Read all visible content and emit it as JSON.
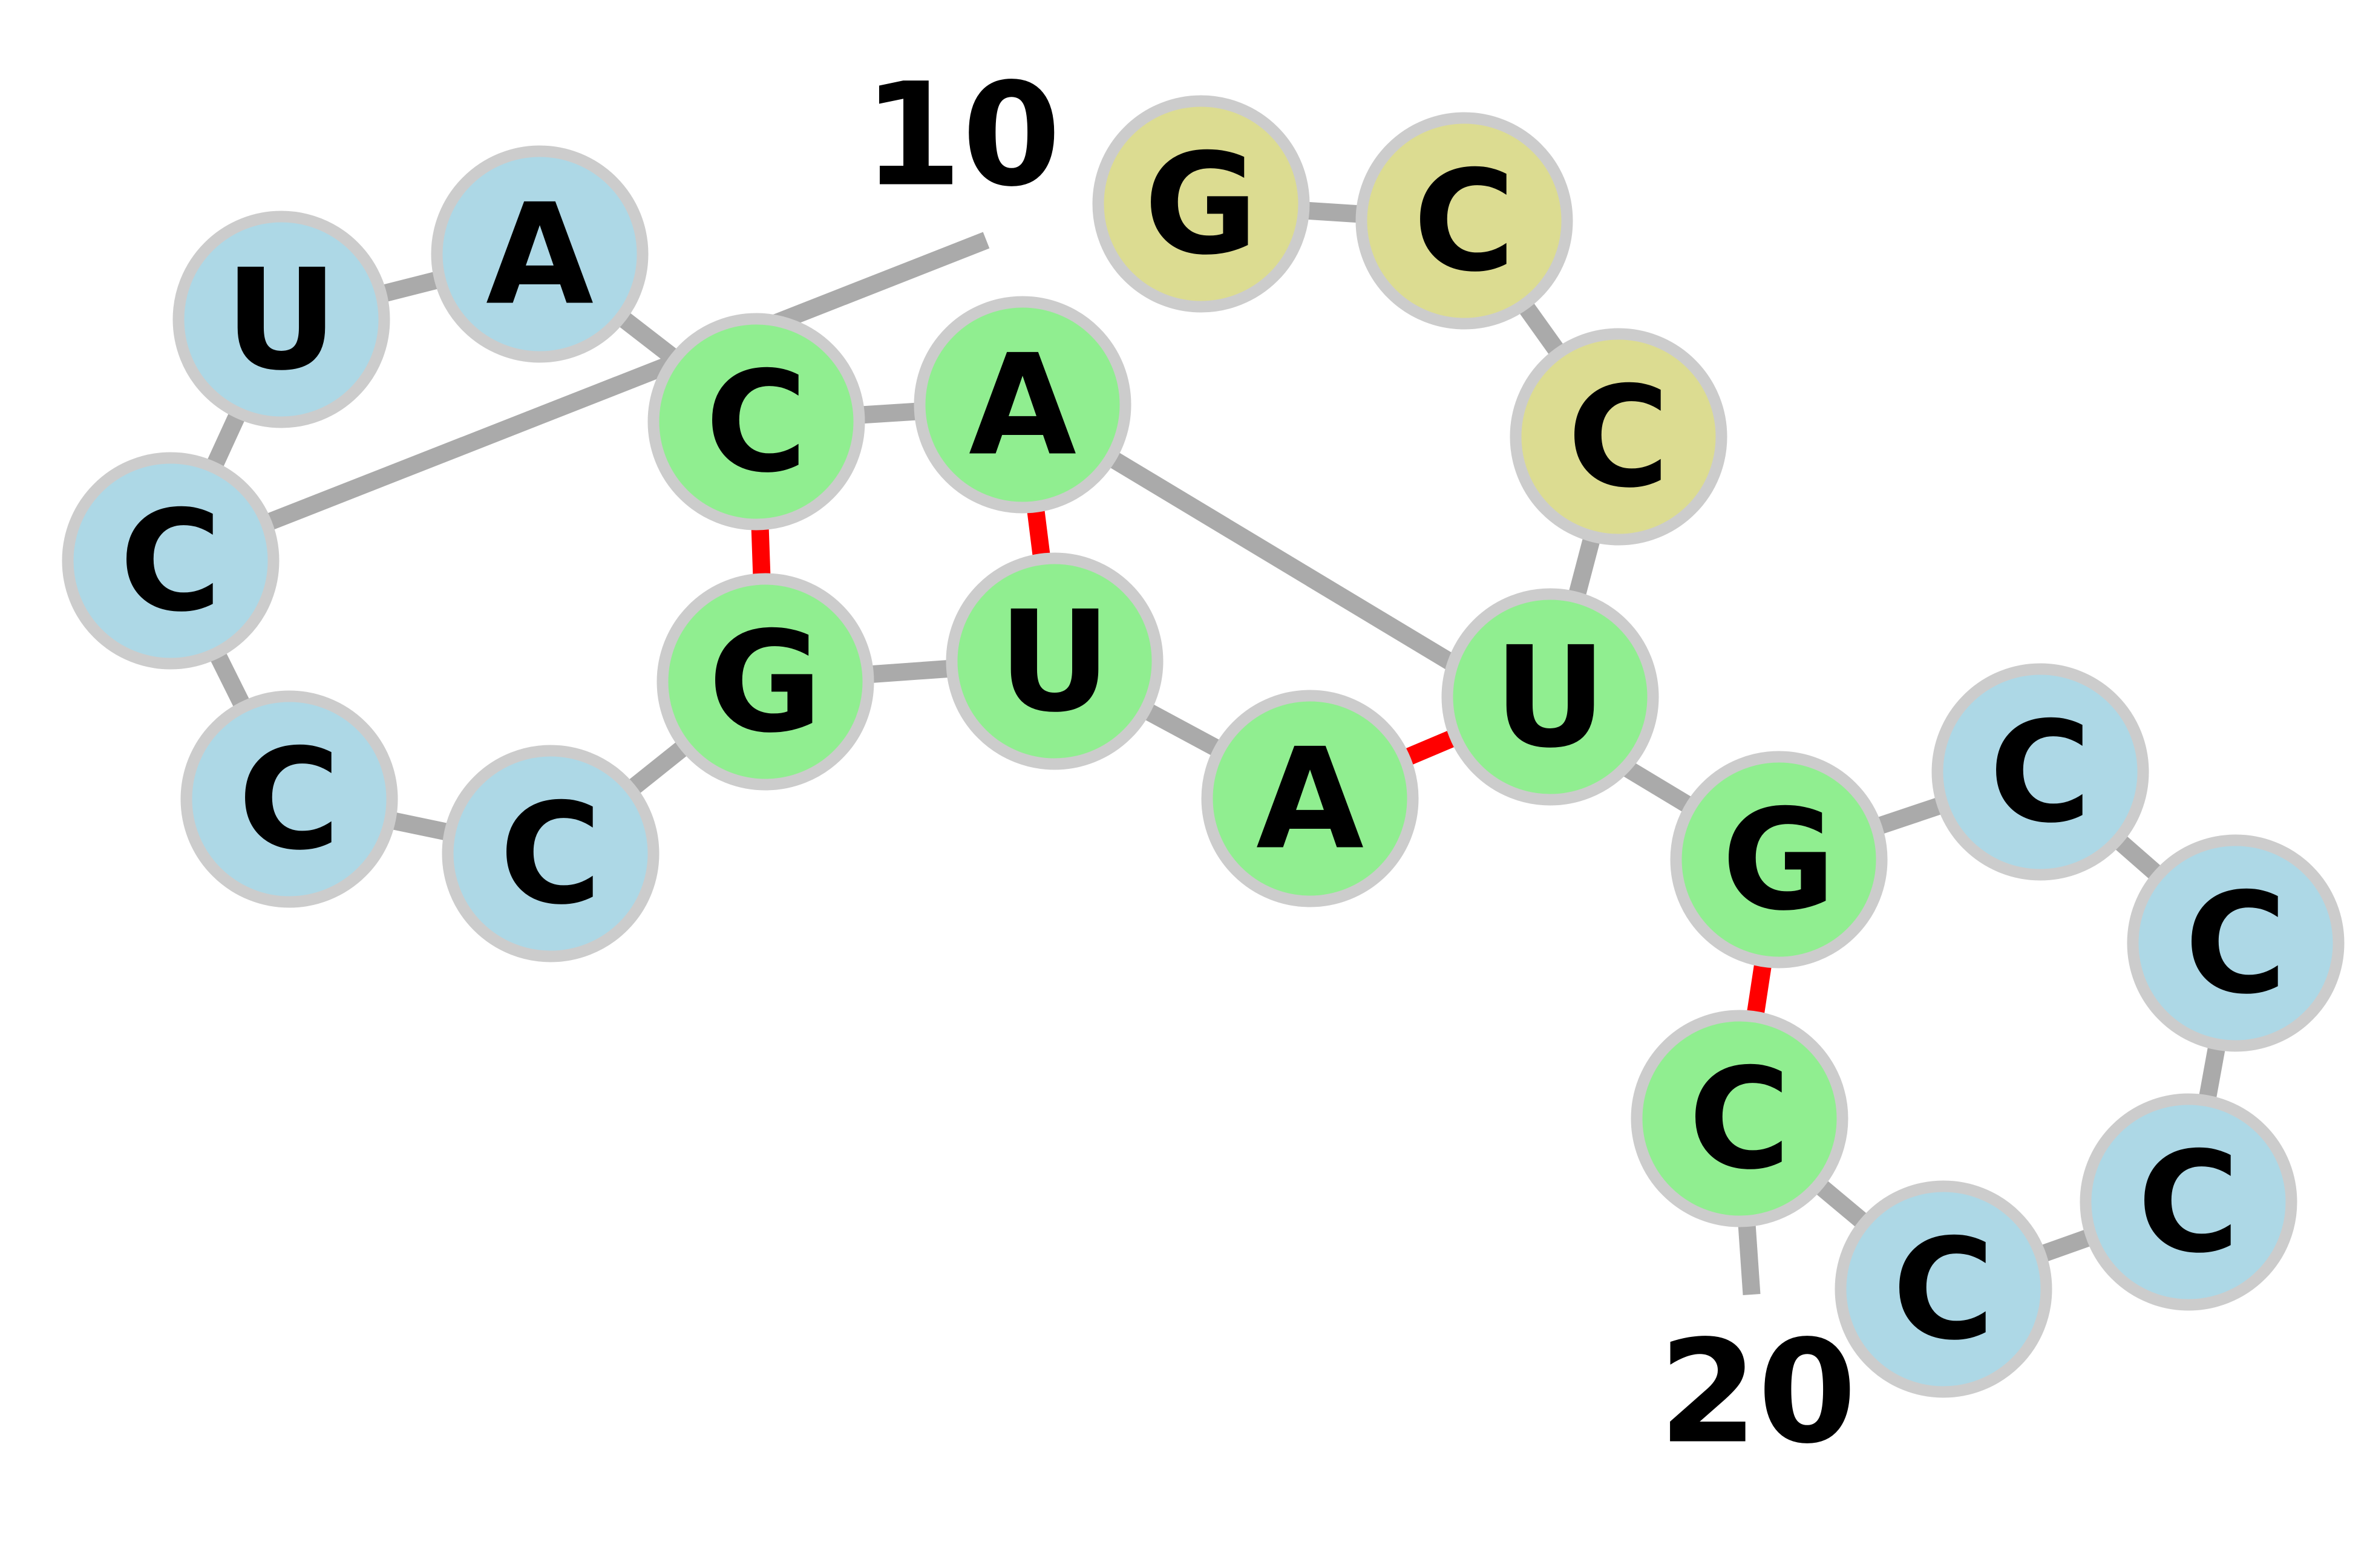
{
  "colors": {
    "backbone": "#aaaaaa",
    "basepair": "#ff0000",
    "node_border": "#cccccc",
    "stem": "#90ee90",
    "loop": "#add8e6",
    "dangling": "#dcdc91"
  },
  "nucleotides": [
    {
      "index": 1,
      "base": "G",
      "region": "dangling"
    },
    {
      "index": 2,
      "base": "C",
      "region": "dangling"
    },
    {
      "index": 3,
      "base": "C",
      "region": "dangling"
    },
    {
      "index": 4,
      "base": "U",
      "region": "stem"
    },
    {
      "index": 5,
      "base": "A",
      "region": "stem"
    },
    {
      "index": 6,
      "base": "U",
      "region": "stem"
    },
    {
      "index": 7,
      "base": "G",
      "region": "stem"
    },
    {
      "index": 8,
      "base": "C",
      "region": "loop"
    },
    {
      "index": 9,
      "base": "C",
      "region": "loop"
    },
    {
      "index": 10,
      "base": "C",
      "region": "loop"
    },
    {
      "index": 11,
      "base": "U",
      "region": "loop"
    },
    {
      "index": 12,
      "base": "A",
      "region": "loop"
    },
    {
      "index": 13,
      "base": "C",
      "region": "stem"
    },
    {
      "index": 14,
      "base": "A",
      "region": "stem"
    },
    {
      "index": 15,
      "base": "G",
      "region": "stem"
    },
    {
      "index": 16,
      "base": "C",
      "region": "loop"
    },
    {
      "index": 17,
      "base": "C",
      "region": "loop"
    },
    {
      "index": 18,
      "base": "C",
      "region": "loop"
    },
    {
      "index": 19,
      "base": "C",
      "region": "loop"
    },
    {
      "index": 20,
      "base": "C",
      "region": "stem"
    }
  ],
  "base_pairs": [
    [
      4,
      5
    ],
    [
      6,
      14
    ],
    [
      7,
      13
    ],
    [
      15,
      20
    ]
  ],
  "index_labels": [
    {
      "text": "10",
      "index": 10
    },
    {
      "text": "20",
      "index": 20
    }
  ]
}
